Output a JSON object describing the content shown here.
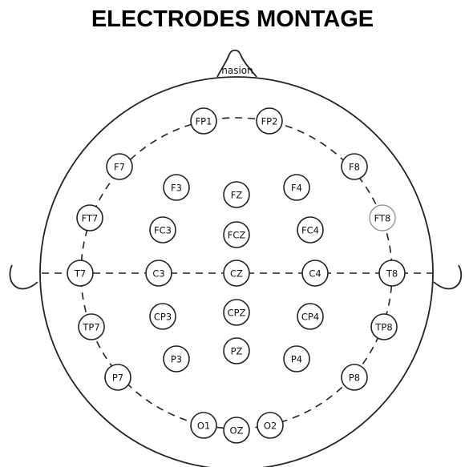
{
  "title": "ELECTRODES MONTAGE",
  "nasion_label": "nasion",
  "electrodes": [
    {
      "id": "FP1",
      "label": "FP1"
    },
    {
      "id": "FP2",
      "label": "FP2"
    },
    {
      "id": "F7",
      "label": "F7"
    },
    {
      "id": "F8",
      "label": "F8"
    },
    {
      "id": "F3",
      "label": "F3"
    },
    {
      "id": "FZ",
      "label": "FZ"
    },
    {
      "id": "F4",
      "label": "F4"
    },
    {
      "id": "FT7",
      "label": "FT7"
    },
    {
      "id": "FC3",
      "label": "FC3"
    },
    {
      "id": "FCZ",
      "label": "FCZ"
    },
    {
      "id": "FC4",
      "label": "FC4"
    },
    {
      "id": "FT8",
      "label": "FT8",
      "faded": true
    },
    {
      "id": "T7",
      "label": "T7"
    },
    {
      "id": "C3",
      "label": "C3"
    },
    {
      "id": "CZ",
      "label": "CZ"
    },
    {
      "id": "C4",
      "label": "C4"
    },
    {
      "id": "T8",
      "label": "T8"
    },
    {
      "id": "TP7",
      "label": "TP7"
    },
    {
      "id": "CP3",
      "label": "CP3"
    },
    {
      "id": "CPZ",
      "label": "CPZ"
    },
    {
      "id": "CP4",
      "label": "CP4"
    },
    {
      "id": "TP8",
      "label": "TP8"
    },
    {
      "id": "P7",
      "label": "P7"
    },
    {
      "id": "P3",
      "label": "P3"
    },
    {
      "id": "PZ",
      "label": "PZ"
    },
    {
      "id": "P4",
      "label": "P4"
    },
    {
      "id": "P8",
      "label": "P8"
    },
    {
      "id": "O1",
      "label": "O1"
    },
    {
      "id": "OZ",
      "label": "OZ"
    },
    {
      "id": "O2",
      "label": "O2"
    }
  ]
}
